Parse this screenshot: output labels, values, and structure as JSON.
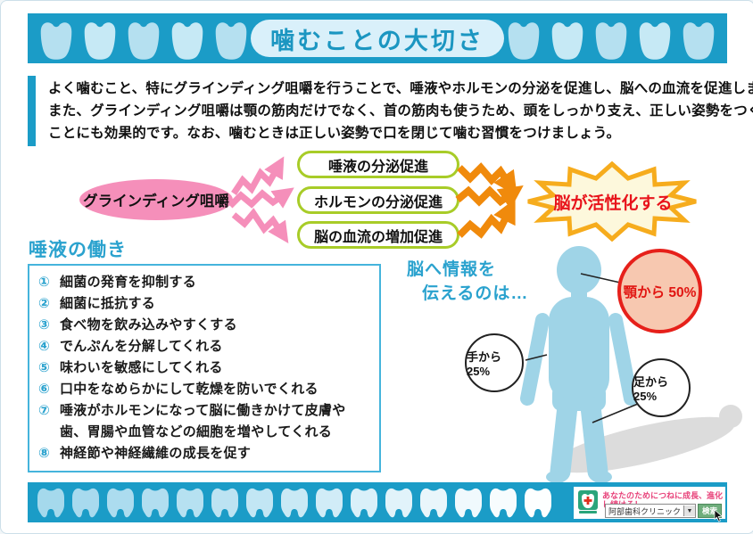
{
  "header": {
    "title": "噛むことの大切さ"
  },
  "intro": {
    "lines": [
      "よく噛むこと、特にグラインディング咀嚼を行うことで、唾液やホルモンの分泌を促進し、脳への血流を促進します。",
      "また、グラインディング咀嚼は顎の筋肉だけでなく、首の筋肉も使うため、頭をしっかり支え、正しい姿勢をつくる",
      "ことにも効果的です。なお、噛むときは正しい姿勢で口を閉じて噛む習慣をつけましょう。"
    ]
  },
  "flow": {
    "source": "グラインディング咀嚼",
    "effects": [
      "唾液の分泌促進",
      "ホルモンの分泌促進",
      "脳の血流の増加促進"
    ],
    "result": "脳が活性化する"
  },
  "saliva": {
    "heading": "唾液の働き",
    "items": [
      {
        "num": "①",
        "text": "細菌の発育を抑制する"
      },
      {
        "num": "②",
        "text": "細菌に抵抗する"
      },
      {
        "num": "③",
        "text": "食べ物を飲み込みやすくする"
      },
      {
        "num": "④",
        "text": "でんぷんを分解してくれる"
      },
      {
        "num": "⑤",
        "text": "味わいを敏感にしてくれる"
      },
      {
        "num": "⑥",
        "text": "口中をなめらかにして乾燥を防いでくれる"
      },
      {
        "num": "⑦",
        "text": "唾液がホルモンになって脳に働きかけて皮膚や歯、胃腸や血管などの細胞を増やしてくれる"
      },
      {
        "num": "⑧",
        "text": "神経節や神経繊維の成長を促す"
      }
    ]
  },
  "body_info": {
    "caption_line1": "脳へ情報を",
    "caption_line2": "伝えるのは…",
    "jaw_label": "顎から 50%",
    "hand_label": "手から 25%",
    "foot_label": "足から 25%"
  },
  "footer": {
    "slogan": "あなたのためにつねに成長、進化し続ける！",
    "clinic_name": "阿部歯科クリニック",
    "dropdown_glyph": "▼",
    "search_label": "検索"
  },
  "colors": {
    "teal": "#1b9cc7",
    "tooth_blue": "#aadcee",
    "pink": "#f58fba",
    "green_border": "#a8cc28",
    "orange": "#f08a0c",
    "burst_gold": "#f6ac1d",
    "burst_fill": "#fdf8dc",
    "result_red": "#e8131b",
    "heading_blue": "#2aa2ce",
    "figure_blue": "#9fd4e7",
    "jaw_fill": "#f7c8b0",
    "jaw_border": "#e6201a",
    "slogan_pink": "#e8457c",
    "logo_green": "#2aa57b"
  }
}
